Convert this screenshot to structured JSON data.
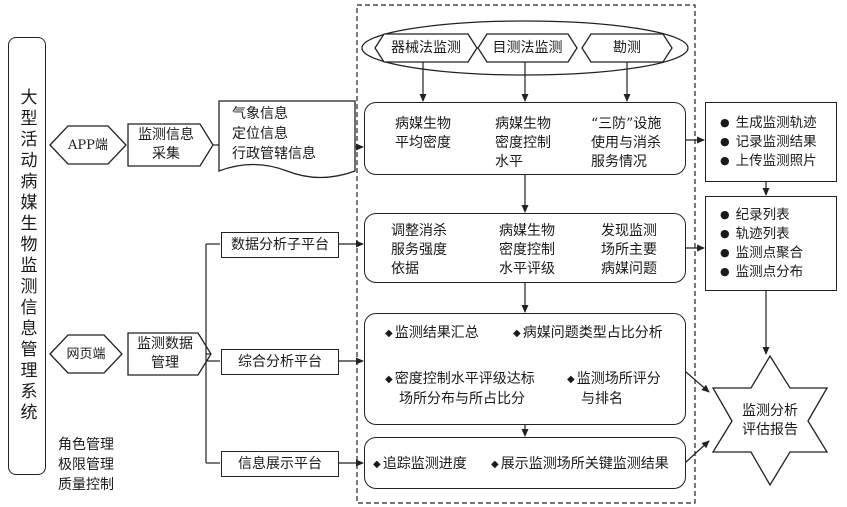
{
  "system_title": "大型活动病媒生物监测信息管理系统",
  "side_notes": [
    "角色管理",
    "极限管理",
    "质量控制"
  ],
  "app": {
    "label": "APP端",
    "collect_label": "监测信息采集",
    "info_lines": [
      "气象信息",
      "定位信息",
      "行政管辖信息"
    ]
  },
  "web": {
    "label": "网页端",
    "manage_label": "监测数据管理"
  },
  "platforms": [
    "数据分析子平台",
    "综合分析平台",
    "信息展示平台"
  ],
  "methods": [
    "器械法监测",
    "目测法监测",
    "勘测"
  ],
  "monitor_row": [
    [
      "病媒生物",
      "平均密度"
    ],
    [
      "病媒生物",
      "密度控制",
      "水平"
    ],
    [
      "“三防”设施",
      "使用与消杀",
      "服务情况"
    ]
  ],
  "analysis_row": [
    [
      "调整消杀",
      "服务强度",
      "依据"
    ],
    [
      "病媒生物",
      "密度控制",
      "水平评级"
    ],
    [
      "发现监测",
      "场所主要",
      "病媒问题"
    ]
  ],
  "comprehensive": {
    "item1": "监测结果汇总",
    "item2": "病媒问题类型占比分析",
    "item3": [
      "密度控制水平评级达标",
      "场所分布与所占比分"
    ],
    "item4": [
      "监测场所评分",
      "与排名"
    ]
  },
  "display": {
    "item1": "追踪监测进度",
    "item2": "展示监测场所关键监测结果"
  },
  "app_outputs": [
    "生成监测轨迹",
    "记录监测结果",
    "上传监测照片"
  ],
  "web_outputs": [
    "纪录列表",
    "轨迹列表",
    "监测点聚合",
    "监测点分布"
  ],
  "final": [
    "监测分析",
    "评估报告"
  ],
  "colors": {
    "stroke": "#222222",
    "fill": "#ffffff",
    "text": "#1a1a1a"
  }
}
